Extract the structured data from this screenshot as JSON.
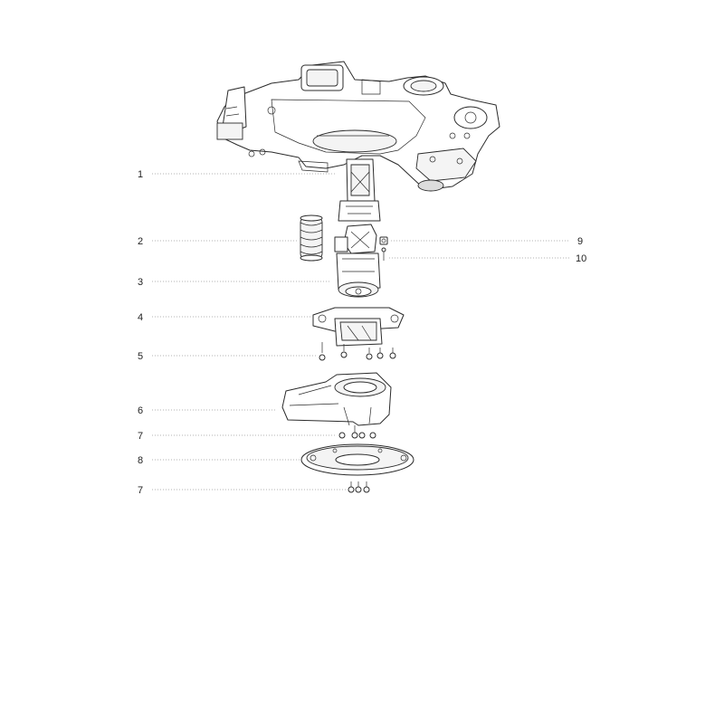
{
  "diagram": {
    "callouts": [
      {
        "id": "c1",
        "label": "1"
      },
      {
        "id": "c2",
        "label": "2"
      },
      {
        "id": "c3",
        "label": "3"
      },
      {
        "id": "c4",
        "label": "4"
      },
      {
        "id": "c5",
        "label": "5"
      },
      {
        "id": "c6",
        "label": "6"
      },
      {
        "id": "c7a",
        "label": "7"
      },
      {
        "id": "c8",
        "label": "8"
      },
      {
        "id": "c7b",
        "label": "7"
      },
      {
        "id": "c9",
        "label": "9"
      },
      {
        "id": "c10",
        "label": "10"
      }
    ]
  }
}
